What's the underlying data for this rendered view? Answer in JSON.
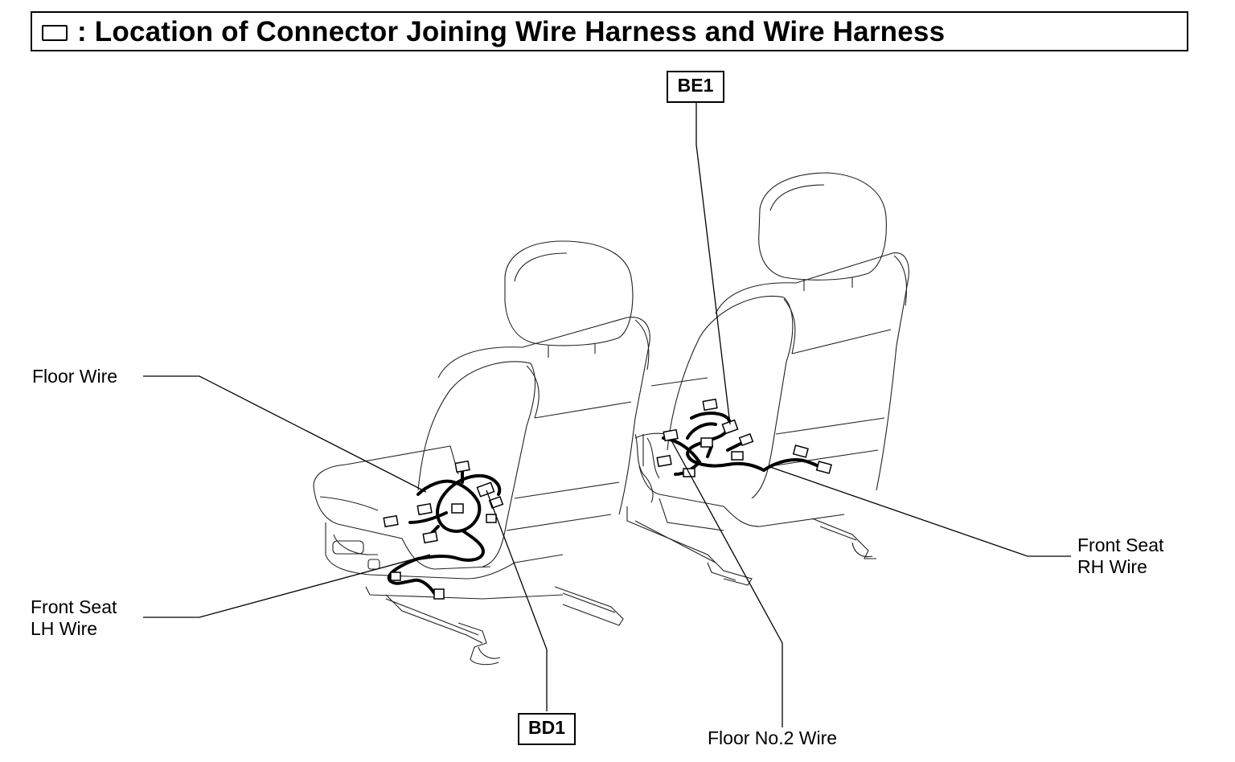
{
  "title": {
    "text": ": Location of Connector Joining Wire Harness and Wire Harness",
    "icon": "connector-box-icon"
  },
  "connectors": {
    "be1": "BE1",
    "bd1": "BD1"
  },
  "wires": {
    "floor_wire": "Floor Wire",
    "front_seat_lh": "Front Seat\nLH Wire",
    "front_seat_rh": "Front Seat\nRH Wire",
    "floor_no2": "Floor No.2 Wire"
  }
}
